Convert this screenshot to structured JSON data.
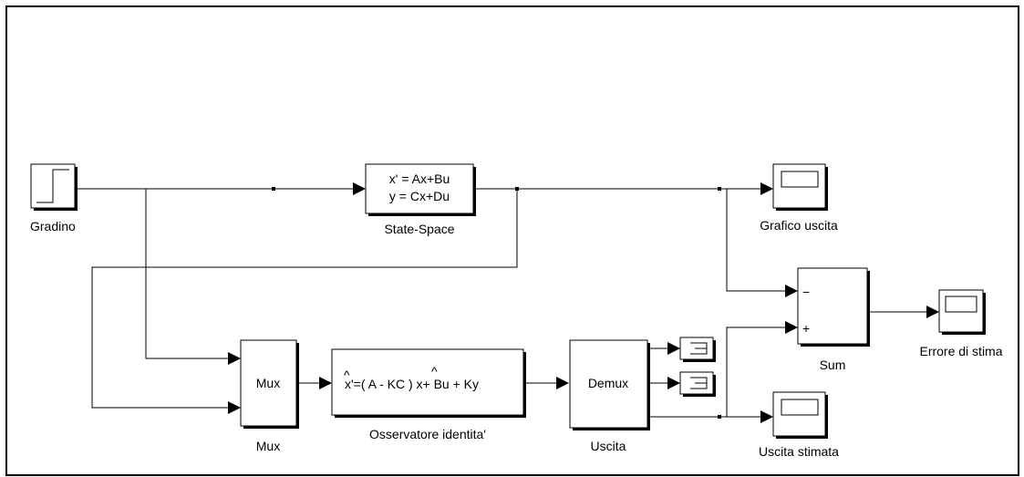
{
  "blocks": {
    "gradino": {
      "label": "Gradino"
    },
    "state_space": {
      "label": "State-Space",
      "line1": "x' = Ax+Bu",
      "line2": "y = Cx+Du"
    },
    "grafico_uscita": {
      "label": "Grafico uscita"
    },
    "sum": {
      "label": "Sum",
      "minus": "−",
      "plus": "+"
    },
    "errore_di_stima": {
      "label": "Errore di stima"
    },
    "mux": {
      "label": "Mux",
      "inner": "Mux"
    },
    "osservatore": {
      "label": "Osservatore identita'",
      "equation": "x'=( A - KC ) x+ Bu + Ky",
      "hat": "^"
    },
    "uscita": {
      "label": "Uscita",
      "inner": "Demux"
    },
    "uscita_stimata": {
      "label": "Uscita stimata"
    }
  }
}
